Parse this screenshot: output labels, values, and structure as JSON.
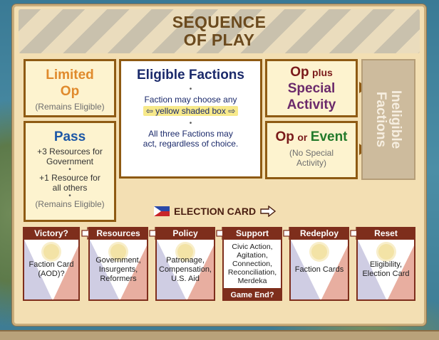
{
  "title": {
    "line1": "SEQUENCE",
    "line2": "OF PLAY"
  },
  "limited_op": {
    "line1": "Limited",
    "line2": "Op",
    "note": "(Remains Eligible)"
  },
  "pass": {
    "heading": "Pass",
    "line1": "+3 Resources for",
    "line2": "Government",
    "line3": "+1 Resource for",
    "line4": "all others",
    "note": "(Remains Eligible)"
  },
  "eligible_factions": {
    "heading": "Eligible Factions",
    "line1": "Faction may choose any",
    "line2": "⇦ yellow shaded box ⇨",
    "line3": "All three Factions may",
    "line4": "act, regardless of choice."
  },
  "op_special": {
    "op": "Op",
    "plus": "plus",
    "special": "Special",
    "activity": "Activity"
  },
  "op_event": {
    "op": "Op",
    "or": "or",
    "event": "Event",
    "note1": "(No Special",
    "note2": "Activity)"
  },
  "ineligible": {
    "line1": "Ineligible",
    "line2": "Factions"
  },
  "election_card": {
    "label": "ELECTION CARD"
  },
  "sequence": [
    {
      "header": "Victory?",
      "body": [
        "Faction Card",
        "(AOD)?"
      ]
    },
    {
      "header": "Resources",
      "body": [
        "Government,",
        "Insurgents,",
        "Reformers"
      ]
    },
    {
      "header": "Policy",
      "body": [
        "Patronage,",
        "Compensation,",
        "U.S. Aid"
      ]
    },
    {
      "header": "Support",
      "body": [
        "Civic Action,",
        "Agitation,",
        "Connection,",
        "Reconciliation,",
        "Merdeka"
      ],
      "footer": "Game End?"
    },
    {
      "header": "Redeploy",
      "body": [
        "Faction Cards"
      ]
    },
    {
      "header": "Reset",
      "body": [
        "Eligibility,",
        "Election Card"
      ]
    }
  ],
  "colors": {
    "frame": "#8e5a13",
    "panel": "#f3dfb3",
    "header_bar": "#7e2e1c",
    "title_text": "#6b4a1e"
  },
  "icons": {
    "flag": "philippine-flag-icon",
    "arrow": "arrow-right-icon"
  }
}
